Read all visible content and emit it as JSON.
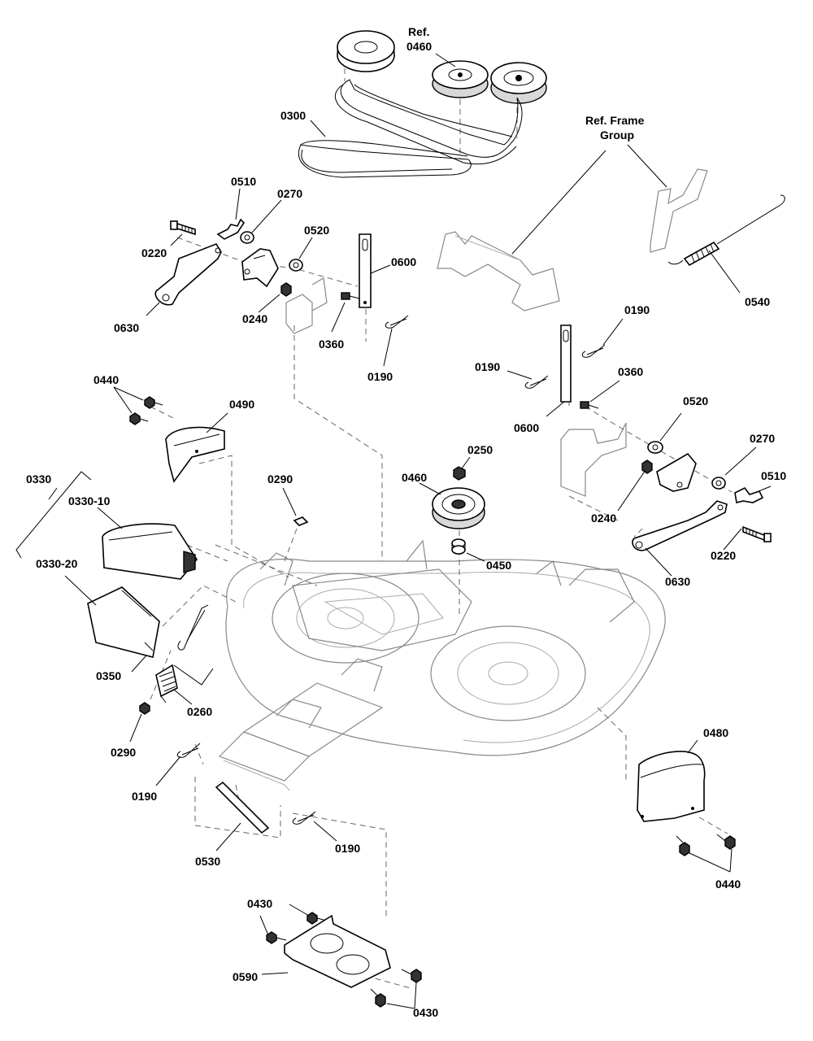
{
  "diagram": {
    "labels": {
      "ref_0460_a": "Ref.",
      "ref_0460_b": "0460",
      "ref_frame_a": "Ref. Frame",
      "ref_frame_b": "Group",
      "l0300": "0300",
      "l0510_l": "0510",
      "l0270_l": "0270",
      "l0220_l": "0220",
      "l0520_l": "0520",
      "l0600_top": "0600",
      "l0630_l": "0630",
      "l0240_l": "0240",
      "l0360_l": "0360",
      "l0190_a": "0190",
      "l0540": "0540",
      "l0190_b": "0190",
      "l0190_c": "0190",
      "l0360_r": "0360",
      "l0600_r": "0600",
      "l0440_top": "0440",
      "l0490": "0490",
      "l0520_r": "0520",
      "l0270_r": "0270",
      "l0510_r": "0510",
      "l0250": "0250",
      "l0460": "0460",
      "l0290_top": "0290",
      "l0330": "0330",
      "l0330_10": "0330-10",
      "l0330_20": "0330-20",
      "l0240_r": "0240",
      "l0220_r": "0220",
      "l0450": "0450",
      "l0630_r": "0630",
      "l0350": "0350",
      "l0260": "0260",
      "l0290_bot": "0290",
      "l0480": "0480",
      "l0190_d": "0190",
      "l0530": "0530",
      "l0190_e": "0190",
      "l0440_bot": "0440",
      "l0430_a": "0430",
      "l0590": "0590",
      "l0430_b": "0430"
    }
  }
}
